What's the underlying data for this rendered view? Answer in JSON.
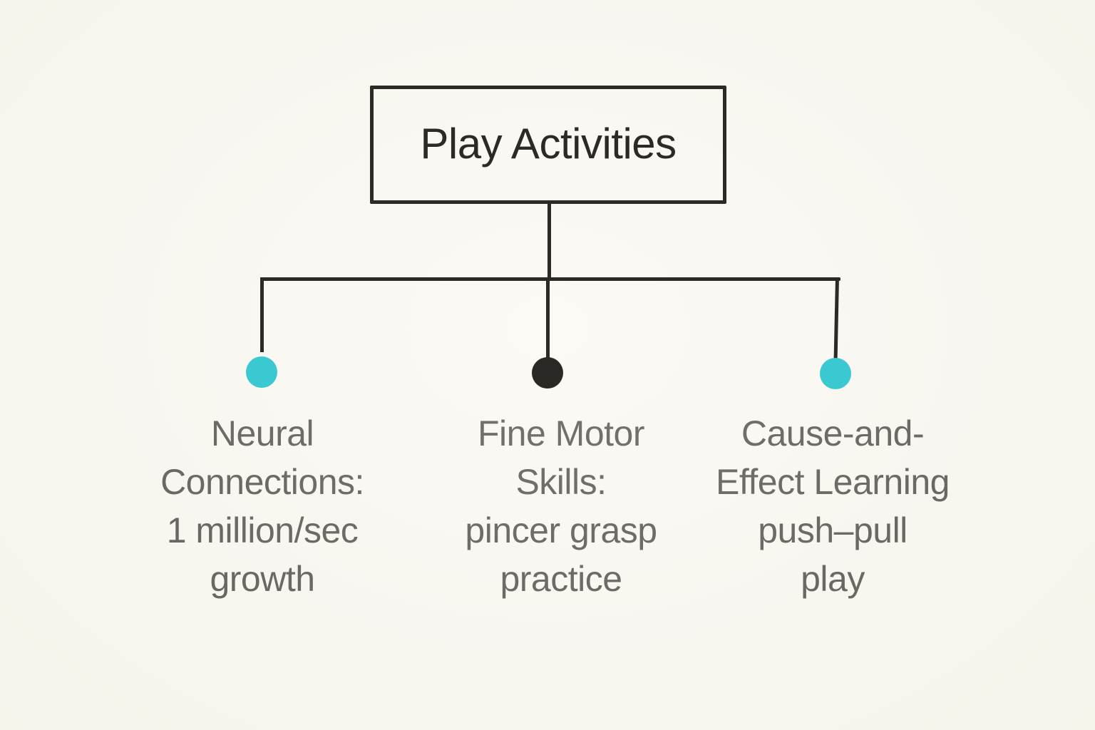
{
  "diagram": {
    "title": "Play Activities",
    "colors": {
      "background": "#f9f7f0",
      "line": "#2b2a27",
      "text": "#2b2a27",
      "teal_dot": "#3bc9d1",
      "dark_dot": "#2b2926"
    },
    "branches": [
      {
        "id": "neural-connections",
        "dot_color": "#3bc9d1",
        "label": "Neural\nConnections:\n1 million/sec\ngrowth"
      },
      {
        "id": "fine-motor-skills",
        "dot_color": "#2b2926",
        "label": "Fine Motor\nSkills:\npincer grasp\npractice"
      },
      {
        "id": "cause-and-effect",
        "dot_color": "#3bc9d1",
        "label": "Cause-and-\nEffect Learning\npush–pull\nplay"
      }
    ]
  }
}
